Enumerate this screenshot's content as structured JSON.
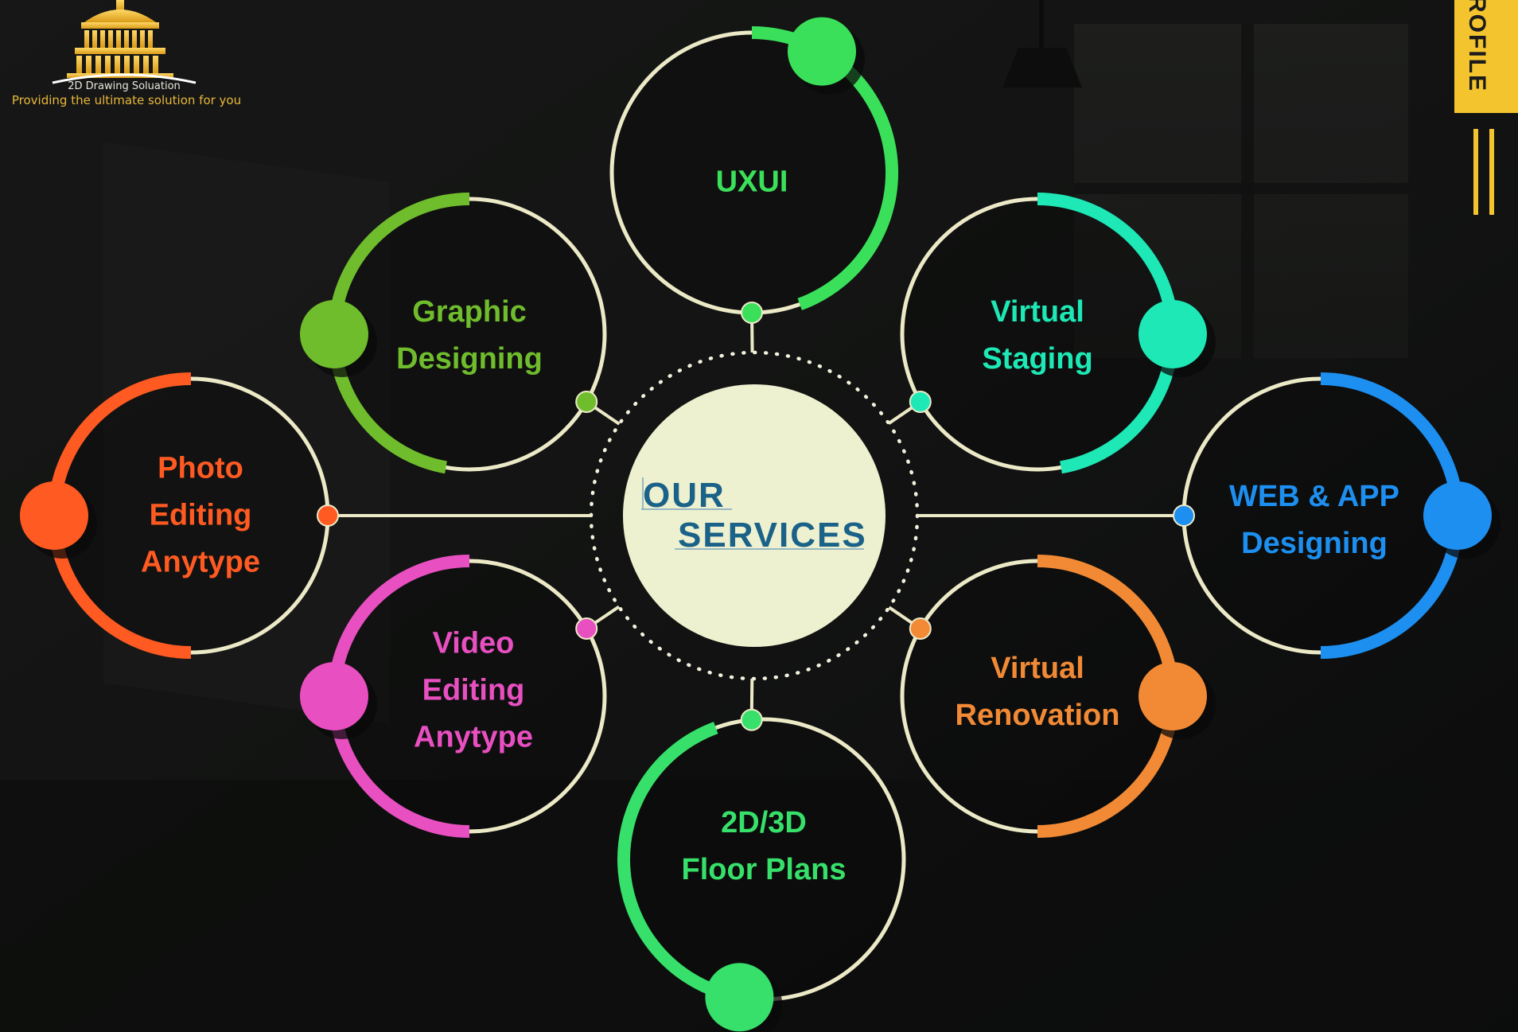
{
  "logo": {
    "name": "2D Drawing Soluation",
    "tagline": "Providing the ultimate solution for you"
  },
  "side_tab": {
    "text": "ROFILE"
  },
  "center": {
    "line1": "OUR",
    "line2": "SERVICES"
  },
  "services": [
    {
      "id": "uxui",
      "lines": [
        "UXUI"
      ],
      "color": "#3be05a"
    },
    {
      "id": "graphic-designing",
      "lines": [
        "Graphic",
        "Designing"
      ],
      "color": "#6fbd2c"
    },
    {
      "id": "virtual-staging",
      "lines": [
        "Virtual",
        "Staging"
      ],
      "color": "#1de8b6"
    },
    {
      "id": "photo-editing",
      "lines": [
        "Photo",
        "Editing",
        "Anytype"
      ],
      "color": "#ff5a22"
    },
    {
      "id": "web-app-designing",
      "lines": [
        "WEB & APP",
        "Designing"
      ],
      "color": "#1d8ff0"
    },
    {
      "id": "video-editing",
      "lines": [
        "Video",
        "Editing",
        "Anytype"
      ],
      "color": "#e84fc0"
    },
    {
      "id": "virtual-renovation",
      "lines": [
        "Virtual",
        "Renovation"
      ],
      "color": "#f28a35"
    },
    {
      "id": "floor-plans",
      "lines": [
        "2D/3D",
        "Floor Plans"
      ],
      "color": "#37e06a"
    }
  ],
  "colors": {
    "ring": "#ece9c7",
    "center_fill": "#eef1cf",
    "center_text": "#1b6289",
    "tab": "#f3c42e",
    "logo_gold": "#e9b83a"
  },
  "icons": [
    "capitol-dome-icon"
  ]
}
